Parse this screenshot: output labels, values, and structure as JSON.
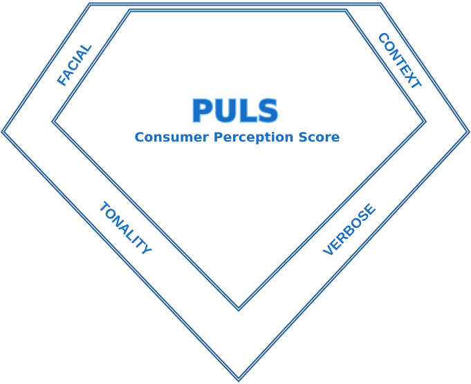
{
  "title": "PULS",
  "subtitle": "Consumer Perception Score",
  "labels": {
    "facial": "FACIAL",
    "context": "CONTEXT",
    "tonality": "TONALITY",
    "verbose": "VERBOSE"
  },
  "colors": {
    "line": "#1f5a96",
    "text": "#1a6fc4",
    "title_glow": "#6ab8ff"
  }
}
